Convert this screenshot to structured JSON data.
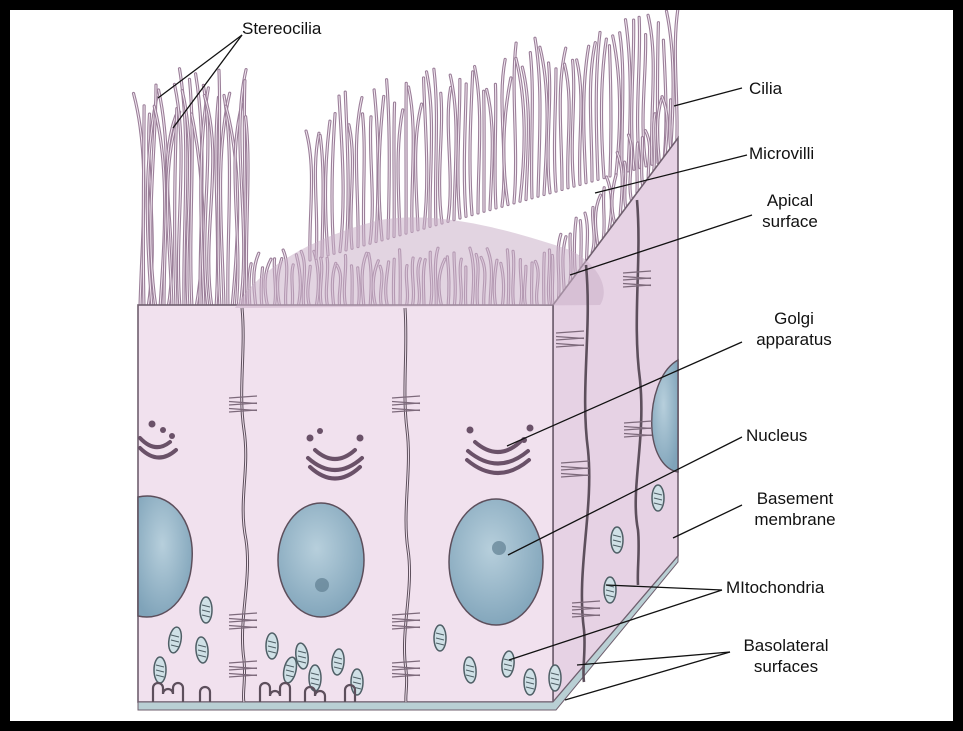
{
  "labels": {
    "stereocilia": "Stereocilia",
    "cilia": "Cilia",
    "microvilli": "Microvilli",
    "apical_line1": "Apical",
    "apical_line2": "surface",
    "golgi_line1": "Golgi",
    "golgi_line2": "apparatus",
    "nucleus": "Nucleus",
    "basement_line1": "Basement",
    "basement_line2": "membrane",
    "mitochondria": "MItochondria",
    "basolateral_line1": "Basolateral",
    "basolateral_line2": "surfaces"
  },
  "colors": {
    "background": "#000000",
    "canvas": "#ffffff",
    "cell_front": "#f1e1ee",
    "cell_side": "#e6d2e4",
    "cell_outline": "#6f5f6e",
    "cilia": "#9b7f99",
    "nucleus": "#8fb1c5",
    "organelle": "#8a6c86",
    "basement": "#b9cfd4"
  }
}
